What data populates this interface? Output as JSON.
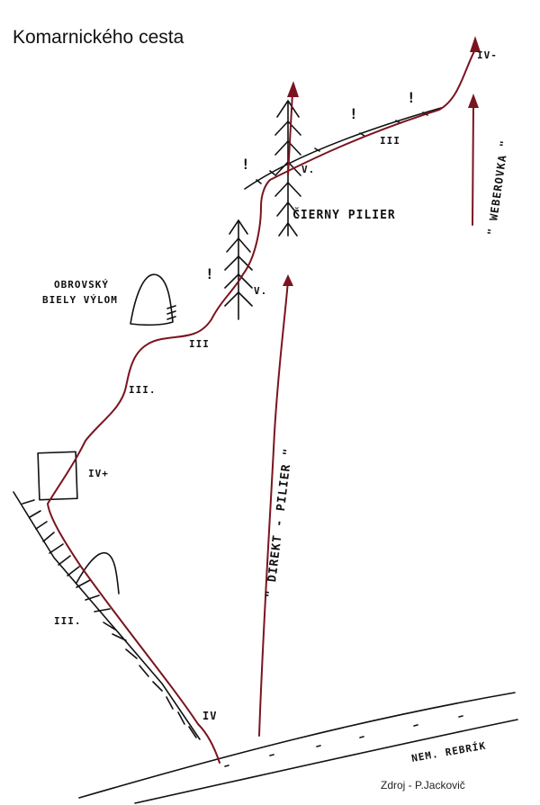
{
  "title": "Komarnického cesta",
  "source": "Zdroj - P.Jackovič",
  "labels": {
    "cierny_pilier": "ČIERNY PILIER",
    "obrovsky": "OBROVSKÝ",
    "biely_vylom": "BIELY VÝLOM",
    "direkt_pilier": "\" DIREKT - PILIER \"",
    "weberovka": "\" WEBEROVKA \"",
    "nem_rebrik": "NEM. REBRÍK"
  },
  "grades": {
    "top_right": "IV-",
    "upper_iii": "III",
    "upper_v": "V.",
    "mid_v": "V.",
    "mid_iii": "III",
    "lower_iii": "III.",
    "iv_plus": "IV+",
    "left_iii": "III.",
    "bottom_iv": "IV"
  },
  "markers": {
    "danger": "!"
  },
  "colors": {
    "route": "#7a1420",
    "ink": "#111111"
  }
}
